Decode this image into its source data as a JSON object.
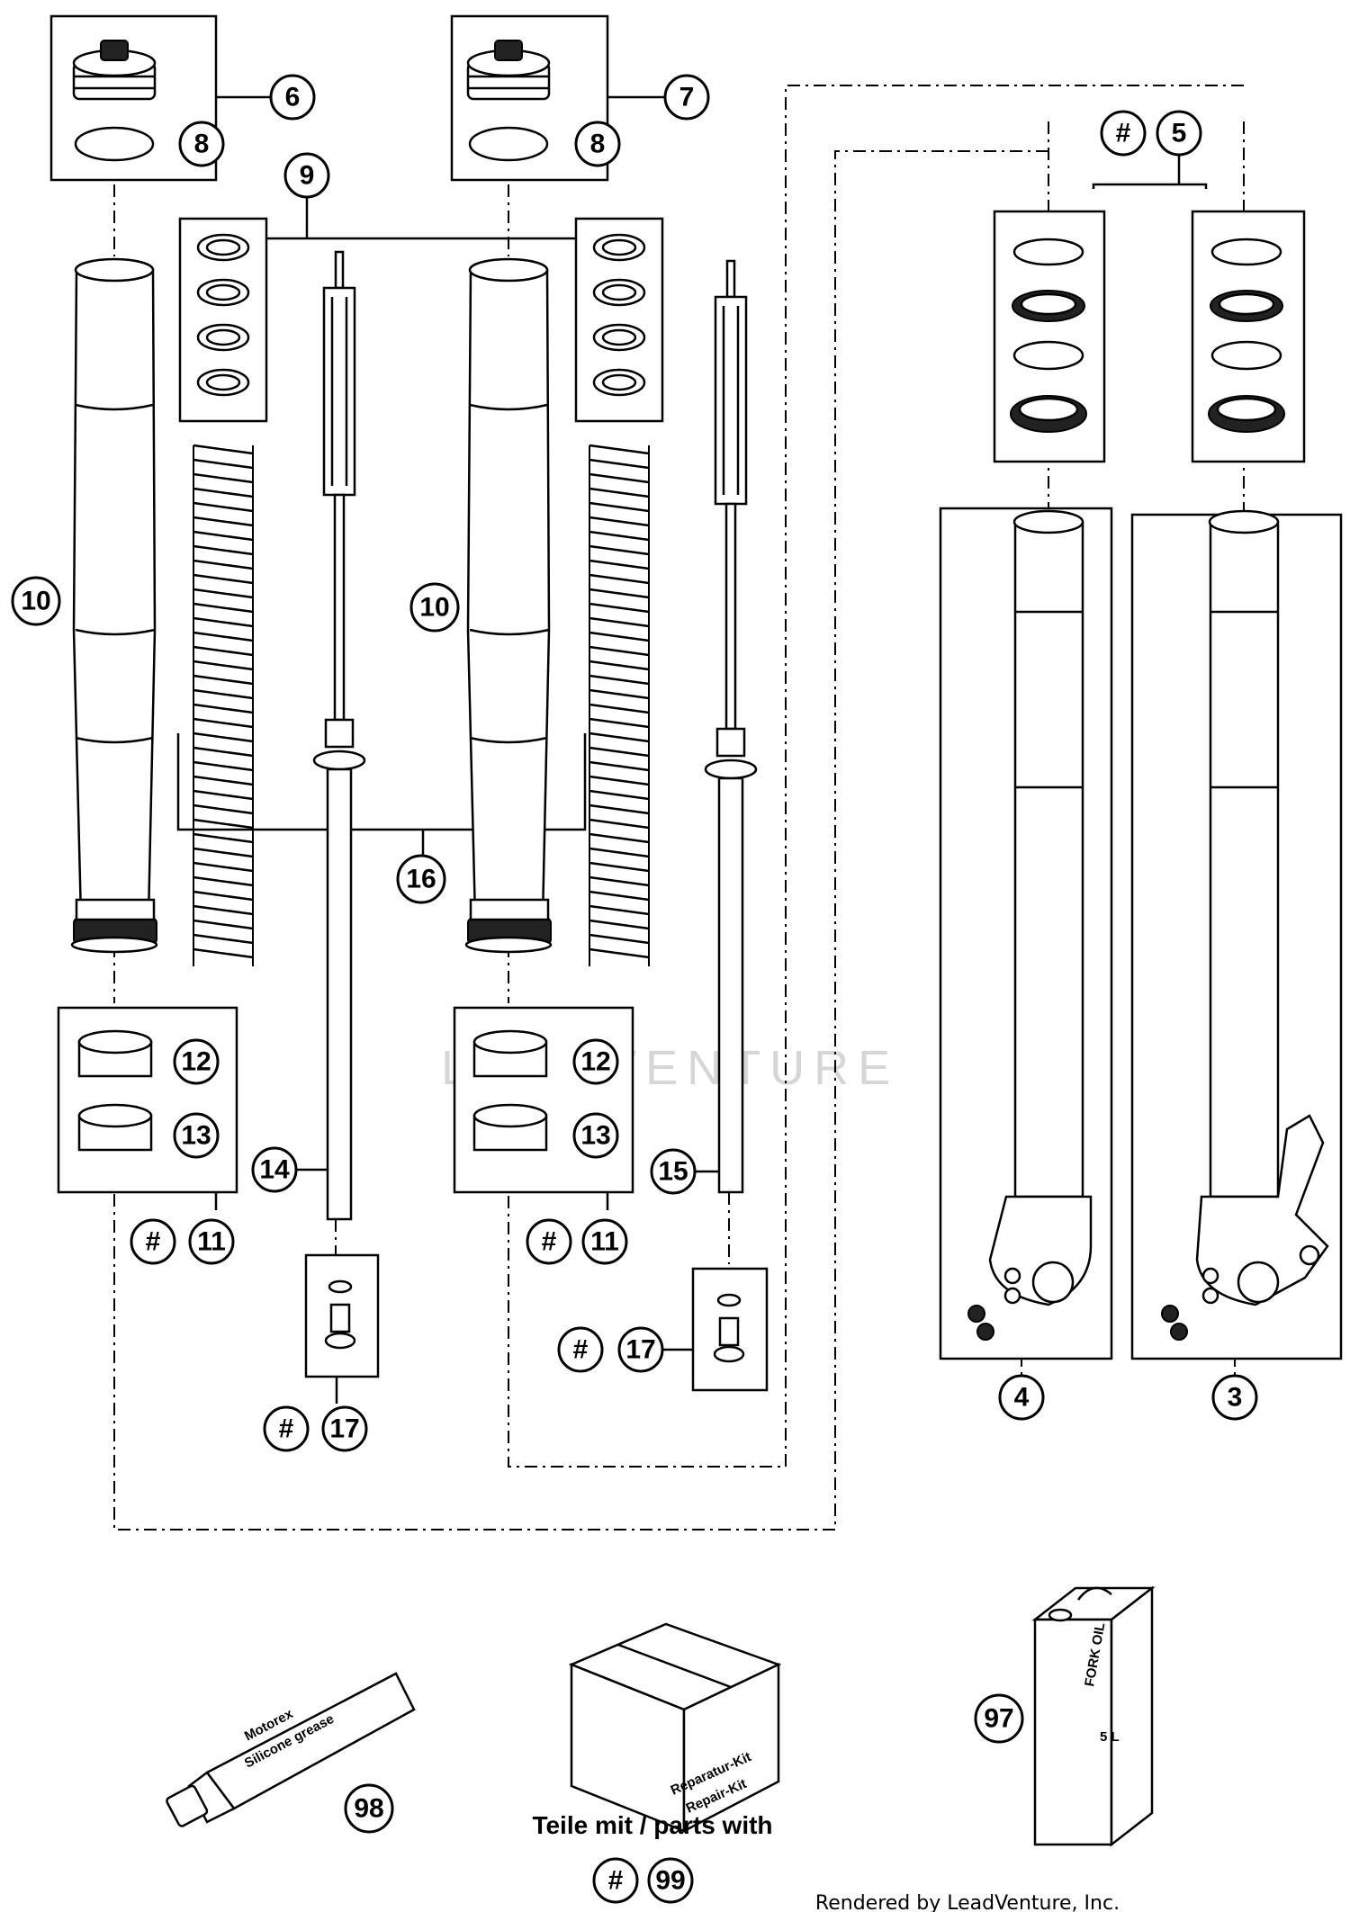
{
  "callouts": {
    "c6": "6",
    "c7": "7",
    "c8a": "8",
    "c8b": "8",
    "c9": "9",
    "c5hash": "#",
    "c5": "5",
    "c10a": "10",
    "c10b": "10",
    "c16": "16",
    "c12a": "12",
    "c13a": "13",
    "c12b": "12",
    "c13b": "13",
    "c14": "14",
    "c15": "15",
    "c11hasha": "#",
    "c11a": "11",
    "c11hashb": "#",
    "c11b": "11",
    "c17hasha": "#",
    "c17a": "17",
    "c17hashb": "#",
    "c17b": "17",
    "c4": "4",
    "c3": "3",
    "c97": "97",
    "c98": "98",
    "c99hash": "#",
    "c99": "99"
  },
  "kit_labels": {
    "grease_brand": "Motorex",
    "grease_name": "Silicone grease",
    "box_line1": "Reparatur-Kit",
    "box_line2": "Repair-Kit",
    "can_line1": "FORK OIL",
    "can_line2": "5 L"
  },
  "footer": {
    "parts_with": "Teile mit / parts with",
    "rendered_by": "Rendered by LeadVenture, Inc."
  },
  "watermark": {
    "text": "LEADVENTURE"
  }
}
